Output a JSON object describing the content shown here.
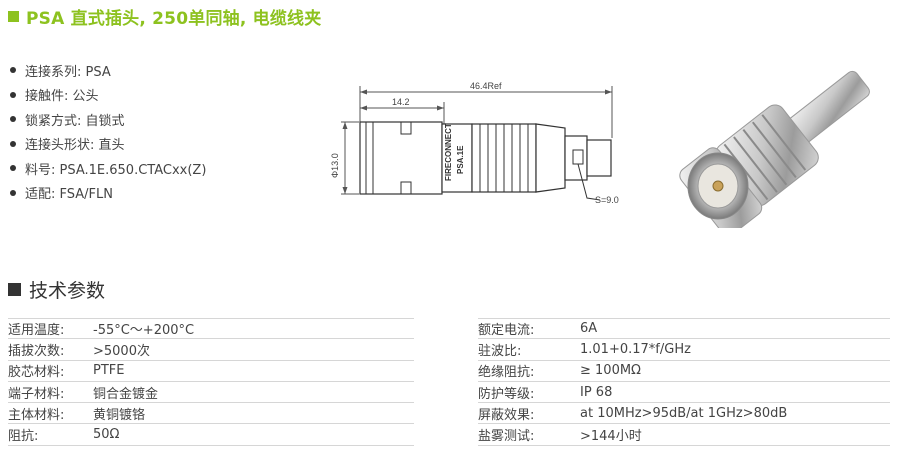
{
  "header": {
    "title": "PSA 直式插头, 250单同轴, 电缆线夹",
    "accent_color": "#8dc21f"
  },
  "specs": [
    "连接系列: PSA",
    "接触件: 公头",
    "锁紧方式: 自锁式",
    "连接头形状: 直头",
    "料号: PSA.1E.650.CTACxx(Z)",
    "适配: FSA/FLN"
  ],
  "drawing": {
    "dim_overall": "46.4Ref",
    "dim_front": "14.2",
    "dim_diameter": "Φ13.0",
    "dim_wrench": "S=9.0",
    "marking_brand": "FIRECONNECT",
    "marking_part": "PSA.1E"
  },
  "section": {
    "title": "技术参数"
  },
  "table_left": [
    {
      "label": "适用温度:",
      "value": "-55°C～+200°C"
    },
    {
      "label": "插拔次数:",
      "value": ">5000次"
    },
    {
      "label": "胶芯材料:",
      "value": "PTFE"
    },
    {
      "label": "端子材料:",
      "value": "铜合金镀金"
    },
    {
      "label": "主体材料:",
      "value": "黄铜镀铬"
    },
    {
      "label": "阻抗:",
      "value": "50Ω"
    }
  ],
  "table_right": [
    {
      "label": "额定电流:",
      "value": "6A"
    },
    {
      "label": "驻波比:",
      "value": "1.01+0.17*f/GHz"
    },
    {
      "label": "绝缘阻抗:",
      "value": "≥ 100MΩ"
    },
    {
      "label": "防护等级:",
      "value": "IP 68"
    },
    {
      "label": "屏蔽效果:",
      "value": "at 10MHz>95dB/at 1GHz>80dB"
    },
    {
      "label": "盐雾测试:",
      "value": ">144小时"
    }
  ]
}
